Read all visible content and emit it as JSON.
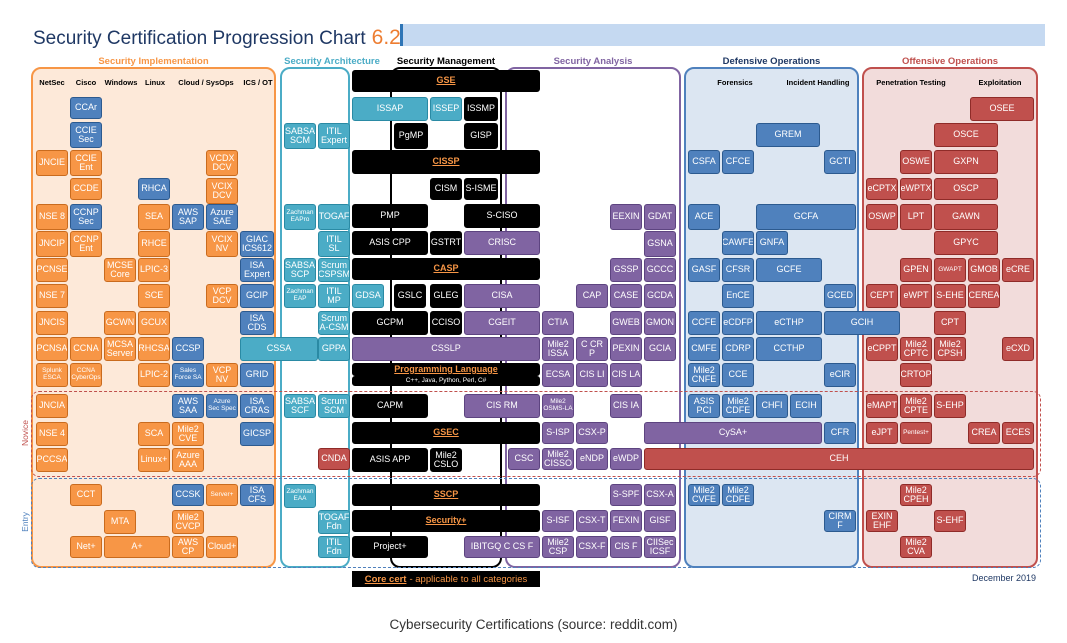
{
  "title": "Security Certification Progression Chart",
  "version": "6.2",
  "date": "December 2019",
  "caption": "Cybersecurity Certifications (source: reddit.com)",
  "legend": {
    "key": "Core cert",
    "desc": "- applicable to all categories"
  },
  "tiers": {
    "novice": "Novice",
    "entry": "Entry"
  },
  "panels": {
    "impl": "Security Implementation",
    "arch": "Security Architecture",
    "mgmt": "Security Management",
    "analysis": "Security Analysis",
    "defensive": "Defensive Operations",
    "offensive": "Offensive Operations"
  },
  "columns": {
    "netsec": "NetSec",
    "cisco": "Cisco",
    "windows": "Windows",
    "linux": "Linux",
    "cloud": "Cloud / SysOps",
    "icsot": "ICS / OT",
    "forensics": "Forensics",
    "incident": "Incident Handling",
    "pentest": "Penetration Testing",
    "exploitation": "Exploitation"
  },
  "colors": {
    "orange": "#f79646",
    "blue": "#4f81bd",
    "teal": "#4bacc6",
    "black": "#000000",
    "purple": "#8064a2",
    "red": "#c0504d",
    "novice_border": "#c0504d",
    "entry_border": "#4f81bd"
  },
  "certs": [
    [
      "CCAr",
      "blue",
      ""
    ],
    [
      "CCIE\nSec",
      "blue",
      ""
    ],
    [
      "JNCIE",
      "orange",
      ""
    ],
    [
      "CCIE\nEnt",
      "orange",
      ""
    ],
    [
      "VCDX\nDCV",
      "orange",
      ""
    ],
    [
      "CCDE",
      "orange",
      ""
    ],
    [
      "RHCA",
      "blue",
      ""
    ],
    [
      "VCIX\nDCV",
      "orange",
      ""
    ],
    [
      "NSE 8",
      "orange",
      ""
    ],
    [
      "CCNP\nSec",
      "blue",
      ""
    ],
    [
      "SEA",
      "orange",
      ""
    ],
    [
      "AWS\nSAP",
      "blue",
      ""
    ],
    [
      "Azure\nSAE",
      "blue",
      ""
    ],
    [
      "JNCIP",
      "orange",
      ""
    ],
    [
      "CCNP\nEnt",
      "orange",
      ""
    ],
    [
      "RHCE",
      "orange",
      ""
    ],
    [
      "VCIX\nNV",
      "orange",
      ""
    ],
    [
      "GIAC\nICS612",
      "blue",
      ""
    ],
    [
      "PCNSE",
      "orange",
      ""
    ],
    [
      "MCSE\nCore",
      "orange",
      ""
    ],
    [
      "LPIC-3",
      "orange",
      ""
    ],
    [
      "ISA\nExpert",
      "blue",
      ""
    ],
    [
      "NSE 7",
      "orange",
      ""
    ],
    [
      "SCE",
      "orange",
      ""
    ],
    [
      "VCP\nDCV",
      "orange",
      ""
    ],
    [
      "GCIP",
      "blue",
      ""
    ],
    [
      "JNCIS",
      "orange",
      ""
    ],
    [
      "GCWN",
      "orange",
      ""
    ],
    [
      "GCUX",
      "orange",
      ""
    ],
    [
      "ISA\nCDS",
      "blue",
      ""
    ],
    [
      "PCNSA",
      "orange",
      ""
    ],
    [
      "CCNA",
      "orange",
      ""
    ],
    [
      "MCSA\nServer",
      "orange",
      ""
    ],
    [
      "RHCSA",
      "orange",
      ""
    ],
    [
      "CCSP",
      "blue",
      ""
    ],
    [
      "Splunk\nESCA",
      "orange",
      "small"
    ],
    [
      "CCNA\nCyberOps",
      "orange",
      "small"
    ],
    [
      "LPIC-2",
      "orange",
      ""
    ],
    [
      "Sales\nForce SA",
      "blue",
      "small"
    ],
    [
      "VCP\nNV",
      "orange",
      ""
    ],
    [
      "GRID",
      "blue",
      ""
    ],
    [
      "JNCIA",
      "orange",
      ""
    ],
    [
      "AWS\nSAA",
      "blue",
      ""
    ],
    [
      "Azure\nSec Spec",
      "blue",
      "small"
    ],
    [
      "ISA\nCRAS",
      "blue",
      ""
    ],
    [
      "NSE 4",
      "orange",
      ""
    ],
    [
      "SCA",
      "orange",
      ""
    ],
    [
      "Mile2\nCVE",
      "orange",
      ""
    ],
    [
      "GICSP",
      "blue",
      ""
    ],
    [
      "PCCSA",
      "orange",
      ""
    ],
    [
      "Linux+",
      "orange",
      ""
    ],
    [
      "Azure\nAAA",
      "orange",
      ""
    ],
    [
      "CCT",
      "orange",
      ""
    ],
    [
      "CCSK",
      "blue",
      ""
    ],
    [
      "Server+",
      "orange",
      "small"
    ],
    [
      "ISA\nCFS",
      "blue",
      ""
    ],
    [
      "MTA",
      "orange",
      ""
    ],
    [
      "Mile2\nCVCP",
      "orange",
      ""
    ],
    [
      "Net+",
      "orange",
      ""
    ],
    [
      "A+",
      "orange",
      ""
    ],
    [
      "AWS\nCP",
      "orange",
      ""
    ],
    [
      "Cloud+",
      "orange",
      ""
    ],
    [
      "SABSA\nSCM",
      "teal",
      ""
    ],
    [
      "ITIL\nExpert",
      "teal",
      ""
    ],
    [
      "Zachman\nEAPro",
      "teal",
      "small"
    ],
    [
      "TOGAF",
      "teal",
      ""
    ],
    [
      "ITIL\nSL",
      "teal",
      ""
    ],
    [
      "SABSA\nSCP",
      "teal",
      ""
    ],
    [
      "Scrum\nCSPSM",
      "teal",
      ""
    ],
    [
      "Zachman\nEAP",
      "teal",
      "small"
    ],
    [
      "ITIL\nMP",
      "teal",
      ""
    ],
    [
      "Scrum\nA-CSM",
      "teal",
      ""
    ],
    [
      "CSSA",
      "teal",
      ""
    ],
    [
      "GPPA",
      "teal",
      ""
    ],
    [
      "SABSA\nSCF",
      "teal",
      ""
    ],
    [
      "Scrum\nSCM",
      "teal",
      ""
    ],
    [
      "Zachman\nEAA",
      "teal",
      "small"
    ],
    [
      "TOGAF\nFdn",
      "teal",
      ""
    ],
    [
      "ITIL\nFdn",
      "teal",
      ""
    ],
    [
      "GSE",
      "black",
      "core"
    ],
    [
      "ISSAP",
      "teal",
      ""
    ],
    [
      "ISSEP",
      "teal",
      ""
    ],
    [
      "ISSMP",
      "black",
      ""
    ],
    [
      "PgMP",
      "black",
      ""
    ],
    [
      "GISP",
      "black",
      ""
    ],
    [
      "CISSP",
      "black",
      "core"
    ],
    [
      "CISM",
      "black",
      ""
    ],
    [
      "S-ISME",
      "black",
      ""
    ],
    [
      "PMP",
      "black",
      ""
    ],
    [
      "S-CISO",
      "black",
      ""
    ],
    [
      "ASIS CPP",
      "black",
      ""
    ],
    [
      "GSTRT",
      "black",
      ""
    ],
    [
      "CRISC",
      "purple",
      ""
    ],
    [
      "CASP",
      "black",
      "core"
    ],
    [
      "GDSA",
      "teal",
      ""
    ],
    [
      "GSLC",
      "black",
      ""
    ],
    [
      "GLEG",
      "black",
      ""
    ],
    [
      "CISA",
      "purple",
      ""
    ],
    [
      "GCPM",
      "black",
      ""
    ],
    [
      "CCISO",
      "black",
      ""
    ],
    [
      "CGEIT",
      "purple",
      ""
    ],
    [
      "CSSLP",
      "purple",
      ""
    ],
    [
      "Programming Language",
      "black",
      "core"
    ],
    [
      "C++, Java, Python, Perl, C#",
      "black",
      "small"
    ],
    [
      "CAPM",
      "black",
      ""
    ],
    [
      "CIS RM",
      "purple",
      ""
    ],
    [
      "GSEC",
      "black",
      "core"
    ],
    [
      "CNDA",
      "red",
      ""
    ],
    [
      "ASIS APP",
      "black",
      ""
    ],
    [
      "Mile2\nCSLO",
      "black",
      ""
    ],
    [
      "SSCP",
      "black",
      "core"
    ],
    [
      "Security+",
      "black",
      "core"
    ],
    [
      "Project+",
      "black",
      ""
    ],
    [
      "IBITGQ C CS F",
      "purple",
      ""
    ],
    [
      "EEXIN",
      "purple",
      ""
    ],
    [
      "GDAT",
      "purple",
      ""
    ],
    [
      "GSNA",
      "purple",
      ""
    ],
    [
      "GSSP",
      "purple",
      ""
    ],
    [
      "GCCC",
      "purple",
      ""
    ],
    [
      "CAP",
      "purple",
      ""
    ],
    [
      "CASE",
      "purple",
      ""
    ],
    [
      "GCDA",
      "purple",
      ""
    ],
    [
      "CTIA",
      "purple",
      ""
    ],
    [
      "GWEB",
      "purple",
      ""
    ],
    [
      "GMON",
      "purple",
      ""
    ],
    [
      "Mile2\nISSA",
      "purple",
      ""
    ],
    [
      "C CR P",
      "purple",
      ""
    ],
    [
      "PEXIN",
      "purple",
      ""
    ],
    [
      "GCIA",
      "purple",
      ""
    ],
    [
      "ECSA",
      "purple",
      ""
    ],
    [
      "CIS LI",
      "purple",
      ""
    ],
    [
      "CIS LA",
      "purple",
      ""
    ],
    [
      "Mile2\nOSMS-LA",
      "purple",
      "small"
    ],
    [
      "CIS IA",
      "purple",
      ""
    ],
    [
      "S-ISP",
      "purple",
      ""
    ],
    [
      "CSX-P",
      "purple",
      ""
    ],
    [
      "CSC",
      "purple",
      ""
    ],
    [
      "Mile2\nCISSO",
      "purple",
      ""
    ],
    [
      "eNDP",
      "purple",
      ""
    ],
    [
      "eWDP",
      "purple",
      ""
    ],
    [
      "S-SPF",
      "purple",
      ""
    ],
    [
      "CSX-A",
      "purple",
      ""
    ],
    [
      "S-ISF",
      "purple",
      ""
    ],
    [
      "CSX-T",
      "purple",
      ""
    ],
    [
      "FEXIN",
      "purple",
      ""
    ],
    [
      "GISF",
      "purple",
      ""
    ],
    [
      "Mile2\nCSP",
      "purple",
      ""
    ],
    [
      "CSX-F",
      "purple",
      ""
    ],
    [
      "CIS F",
      "purple",
      ""
    ],
    [
      "CIISec\nICSF",
      "purple",
      ""
    ],
    [
      "GREM",
      "blue",
      ""
    ],
    [
      "CSFA",
      "blue",
      ""
    ],
    [
      "CFCE",
      "blue",
      ""
    ],
    [
      "GCTI",
      "blue",
      ""
    ],
    [
      "ACE",
      "blue",
      ""
    ],
    [
      "GCFA",
      "blue",
      ""
    ],
    [
      "CAWFE",
      "blue",
      ""
    ],
    [
      "GNFA",
      "blue",
      ""
    ],
    [
      "GASF",
      "blue",
      ""
    ],
    [
      "CFSR",
      "blue",
      ""
    ],
    [
      "GCFE",
      "blue",
      ""
    ],
    [
      "EnCE",
      "blue",
      ""
    ],
    [
      "GCED",
      "blue",
      ""
    ],
    [
      "CCFE",
      "blue",
      ""
    ],
    [
      "eCDFP",
      "blue",
      ""
    ],
    [
      "eCTHP",
      "blue",
      ""
    ],
    [
      "GCIH",
      "blue",
      ""
    ],
    [
      "CMFE",
      "blue",
      ""
    ],
    [
      "CDRP",
      "blue",
      ""
    ],
    [
      "CCTHP",
      "blue",
      ""
    ],
    [
      "Mile2\nCNFE",
      "blue",
      ""
    ],
    [
      "CCE",
      "blue",
      ""
    ],
    [
      "eCIR",
      "blue",
      ""
    ],
    [
      "ASIS\nPCI",
      "blue",
      ""
    ],
    [
      "Mile2\nCDFE",
      "blue",
      ""
    ],
    [
      "CHFI",
      "blue",
      ""
    ],
    [
      "ECIH",
      "blue",
      ""
    ],
    [
      "CySA+",
      "purple",
      ""
    ],
    [
      "CFR",
      "blue",
      ""
    ],
    [
      "Mile2\nCVFE",
      "blue",
      ""
    ],
    [
      "Mile2\nCDFE",
      "blue",
      ""
    ],
    [
      "CIRM F",
      "blue",
      ""
    ],
    [
      "OSEE",
      "red",
      ""
    ],
    [
      "OSCE",
      "red",
      ""
    ],
    [
      "OSWE",
      "red",
      ""
    ],
    [
      "GXPN",
      "red",
      ""
    ],
    [
      "eCPTX",
      "red",
      ""
    ],
    [
      "eWPTX",
      "red",
      ""
    ],
    [
      "OSCP",
      "red",
      ""
    ],
    [
      "OSWP",
      "red",
      ""
    ],
    [
      "LPT",
      "red",
      ""
    ],
    [
      "GAWN",
      "red",
      ""
    ],
    [
      "GPYC",
      "red",
      ""
    ],
    [
      "GPEN",
      "red",
      ""
    ],
    [
      "GWAPT",
      "red",
      "small"
    ],
    [
      "GMOB",
      "red",
      ""
    ],
    [
      "eCRE",
      "red",
      ""
    ],
    [
      "CEPT",
      "red",
      ""
    ],
    [
      "eWPT",
      "red",
      ""
    ],
    [
      "S-EHE",
      "red",
      ""
    ],
    [
      "CEREA",
      "red",
      ""
    ],
    [
      "CPT",
      "red",
      ""
    ],
    [
      "eCPPT",
      "red",
      ""
    ],
    [
      "Mile2\nCPTC",
      "red",
      ""
    ],
    [
      "Mile2\nCPSH",
      "red",
      ""
    ],
    [
      "eCXD",
      "red",
      ""
    ],
    [
      "CRTOP",
      "red",
      ""
    ],
    [
      "eMAPT",
      "red",
      ""
    ],
    [
      "Mile2\nCPTE",
      "red",
      ""
    ],
    [
      "S-EHP",
      "red",
      ""
    ],
    [
      "eJPT",
      "red",
      ""
    ],
    [
      "Pentest+",
      "red",
      "small"
    ],
    [
      "CREA",
      "red",
      ""
    ],
    [
      "ECES",
      "red",
      ""
    ],
    [
      "CEH",
      "red",
      ""
    ],
    [
      "Mile2\nCPEH",
      "red",
      ""
    ],
    [
      "EXIN\nEHF",
      "red",
      ""
    ],
    [
      "S-EHF",
      "red",
      ""
    ],
    [
      "Mile2\nCVA",
      "red",
      ""
    ]
  ]
}
